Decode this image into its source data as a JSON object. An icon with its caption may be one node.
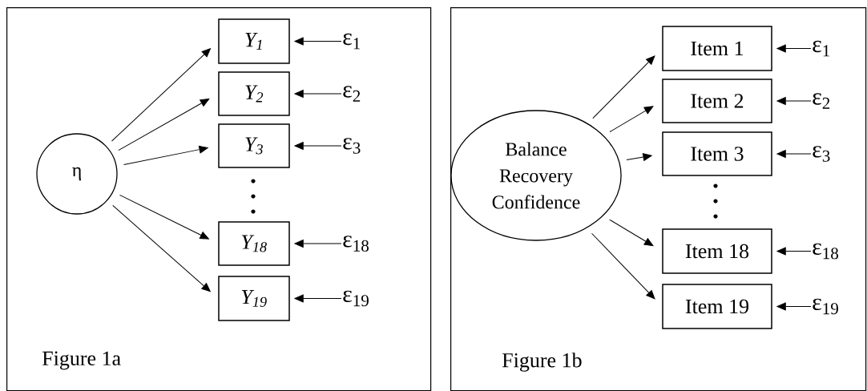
{
  "diagram": {
    "nodes": [
      {
        "text": [
          "Figure 1a"
        ]
      },
      {
        "text": [
          "η"
        ],
        "in": 0
      },
      {
        "text": [
          "Y$_{1}$"
        ],
        "in": 0
      },
      {
        "text": [
          "Y$_{2}$"
        ],
        "in": 0
      },
      {
        "text": [
          "Y$_{3}$"
        ],
        "in": 0
      },
      {
        "text": [
          "Y$_{18}$"
        ],
        "in": 0
      },
      {
        "text": [
          "Y$_{19}$"
        ],
        "in": 0
      },
      {
        "text": [
          "ε$_{1}$"
        ],
        "in": 0
      },
      {
        "text": [
          "ε$_{2}$"
        ],
        "in": 0
      },
      {
        "text": [
          "ε$_{3}$"
        ],
        "in": 0
      },
      {
        "text": [
          "ε$_{18}$"
        ],
        "in": 0
      },
      {
        "text": [
          "ε$_{19}$"
        ],
        "in": 0
      },
      {
        "text": [
          "Figure 1b"
        ]
      },
      {
        "text": [
          "Balance Recovery Confidence"
        ],
        "in": 12
      },
      {
        "text": [
          "Item 1"
        ],
        "in": 12
      },
      {
        "text": [
          "Item 2"
        ],
        "in": 12
      },
      {
        "text": [
          "Item 3"
        ],
        "in": 12
      },
      {
        "text": [
          "Item 18"
        ],
        "in": 12
      },
      {
        "text": [
          "Item 19"
        ],
        "in": 12
      },
      {
        "text": [
          "ε$_{1}$"
        ],
        "in": 12
      },
      {
        "text": [
          "ε$_{2}$"
        ],
        "in": 12
      },
      {
        "text": [
          "ε$_{3}$"
        ],
        "in": 12
      },
      {
        "text": [
          "ε$_{18}$"
        ],
        "in": 12
      },
      {
        "text": [
          "ε$_{19}$"
        ],
        "in": 12
      }
    ],
    "edges": [
      {
        "from": 1,
        "to": 2,
        "arrow": "to"
      },
      {
        "from": 1,
        "to": 3,
        "arrow": "to"
      },
      {
        "from": 1,
        "to": 4,
        "arrow": "to"
      },
      {
        "from": 1,
        "to": 5,
        "arrow": "to"
      },
      {
        "from": 1,
        "to": 6,
        "arrow": "to"
      },
      {
        "from": 7,
        "to": 2,
        "arrow": "to"
      },
      {
        "from": 8,
        "to": 3,
        "arrow": "to"
      },
      {
        "from": 9,
        "to": 4,
        "arrow": "to"
      },
      {
        "from": 10,
        "to": 5,
        "arrow": "to"
      },
      {
        "from": 11,
        "to": 6,
        "arrow": "to"
      },
      {
        "from": 13,
        "to": 14,
        "arrow": "to"
      },
      {
        "from": 13,
        "to": 15,
        "arrow": "to"
      },
      {
        "from": 13,
        "to": 16,
        "arrow": "to"
      },
      {
        "from": 13,
        "to": 17,
        "arrow": "to"
      },
      {
        "from": 13,
        "to": 18,
        "arrow": "to"
      },
      {
        "from": 19,
        "to": 14,
        "arrow": "to"
      },
      {
        "from": 20,
        "to": 15,
        "arrow": "to"
      },
      {
        "from": 21,
        "to": 16,
        "arrow": "to"
      },
      {
        "from": 22,
        "to": 17,
        "arrow": "to"
      },
      {
        "from": 23,
        "to": 18,
        "arrow": "to"
      }
    ]
  }
}
